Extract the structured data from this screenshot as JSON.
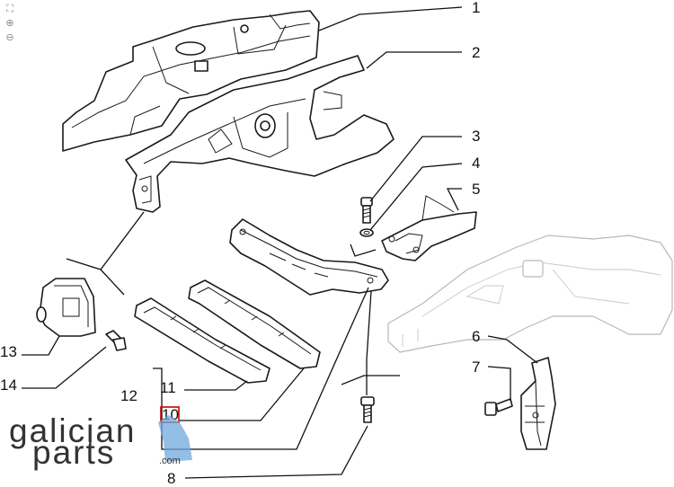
{
  "toolbar": {
    "items": [
      {
        "icon": "fit-to-window-icon",
        "glyph": "⛶"
      },
      {
        "icon": "zoom-in-icon",
        "glyph": "⊕"
      },
      {
        "icon": "zoom-out-icon",
        "glyph": "⊖"
      }
    ]
  },
  "callouts": [
    "1",
    "2",
    "3",
    "4",
    "5",
    "6",
    "7",
    "8",
    "10",
    "11",
    "12",
    "13",
    "14"
  ],
  "logo": {
    "line1": "galician",
    "line2": "parts",
    "suffix": ".com",
    "accent_color": "#6fa8dc"
  },
  "colors": {
    "line": "#1a1a1a",
    "ghost": "#b8b8b8",
    "highlight": "#cc0000"
  }
}
